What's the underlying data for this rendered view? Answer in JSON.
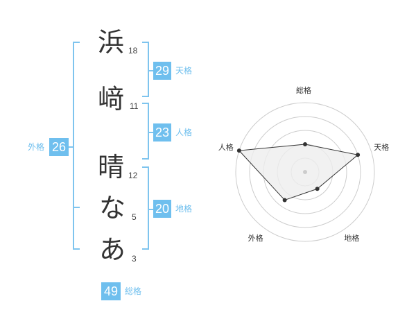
{
  "name": {
    "chars": [
      {
        "char": "浜",
        "strokes": "18"
      },
      {
        "char": "﨑",
        "strokes": "11"
      },
      {
        "char": "晴",
        "strokes": "12"
      },
      {
        "char": "な",
        "strokes": "5"
      },
      {
        "char": "あ",
        "strokes": "3"
      }
    ]
  },
  "fortunes": {
    "tenkaku": {
      "value": "29",
      "label": "天格"
    },
    "jinkaku": {
      "value": "23",
      "label": "人格"
    },
    "chikaku": {
      "value": "20",
      "label": "地格"
    },
    "gaikaku": {
      "value": "26",
      "label": "外格"
    },
    "soukaku": {
      "value": "49",
      "label": "総格"
    }
  },
  "colors": {
    "accent": "#6fbfee",
    "bracket": "#7ec4ee",
    "ring": "#cccccc",
    "polygon_fill": "#eeeeee",
    "polygon_stroke": "#333333"
  },
  "chart_data": {
    "type": "radar",
    "axes": [
      "総格",
      "天格",
      "地格",
      "外格",
      "人格"
    ],
    "values": [
      2,
      4,
      1.5,
      2.5,
      5
    ],
    "max": 5,
    "rings": 5
  }
}
